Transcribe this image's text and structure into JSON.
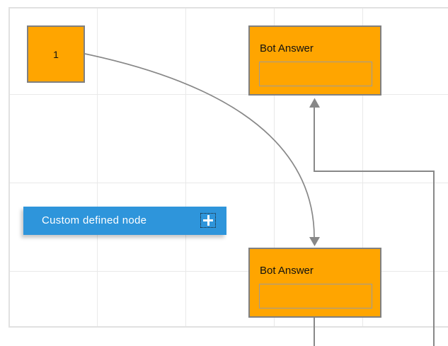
{
  "canvas": {
    "background": "#ffffff",
    "grid_line_color": "#e9e9e9",
    "paper_edge_color": "#e1e1e1"
  },
  "palette": {
    "node_fill": "#ffa500",
    "node_border": "#808080",
    "link": "#888888",
    "custom_node_fill": "#2e95db",
    "text_dark": "#111111",
    "text_light": "#ffffff"
  },
  "nodes": {
    "start": {
      "label": "1"
    },
    "bot_top": {
      "title": "Bot Answer",
      "input_value": "",
      "input_placeholder": ""
    },
    "bot_bottom": {
      "title": "Bot Answer",
      "input_value": "",
      "input_placeholder": ""
    },
    "custom": {
      "label": "Custom defined node"
    }
  },
  "icons": {
    "plus": "plus-icon"
  }
}
